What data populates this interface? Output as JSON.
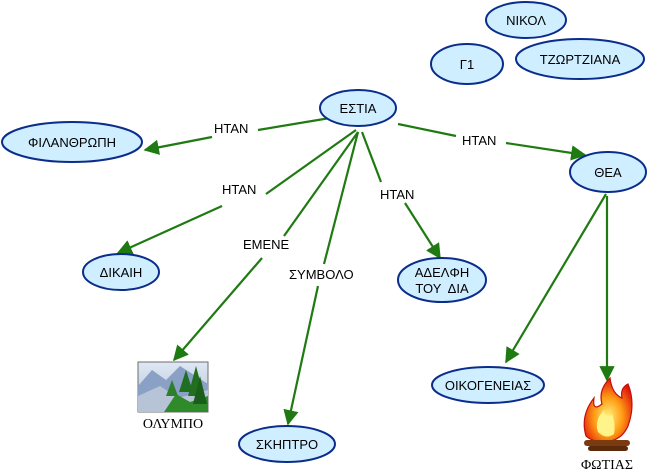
{
  "nodes": {
    "estia": "ΕΣΤΙΑ",
    "filanthropi": "ΦΙΛΑΝΘΡΩΠΗ",
    "thea": "ΘΕΑ",
    "dikaii": "ΔΙΚΑΙΗ",
    "adelfi_line1": "ΑΔΕΛΦΗ",
    "adelfi_line2": "ΤΟΥ  ΔΙΑ",
    "oikogeneias": "ΟΙΚΟΓΕΝΕΙΑΣ",
    "skiptro": "ΣΚΗΠΤΡΟ",
    "nikol": "ΝΙΚΟΛ",
    "g1": "Γ1",
    "tzortziana": "ΤΖΩΡΤΖΙΑΝΑ"
  },
  "links": {
    "htan_filanthropi": "ΗΤΑΝ",
    "htan_thea": "ΗΤΑΝ",
    "htan_dikaii": "ΗΤΑΝ",
    "htan_adelfi": "ΗΤΑΝ",
    "emene": "ΕΜΕΝΕ",
    "symvolo": "ΣΥΜΒΟΛΟ"
  },
  "images": {
    "olympos_caption": "ΟΛΥΜΠΟ",
    "fotia_caption": "ΦΩΤΙΑΣ",
    "olympos_icon": "mountain-landscape-icon",
    "fotia_icon": "fire-icon"
  },
  "colors": {
    "node_fill": "#cfeeff",
    "node_stroke": "#0a2d8c",
    "link": "#1f7a12"
  }
}
